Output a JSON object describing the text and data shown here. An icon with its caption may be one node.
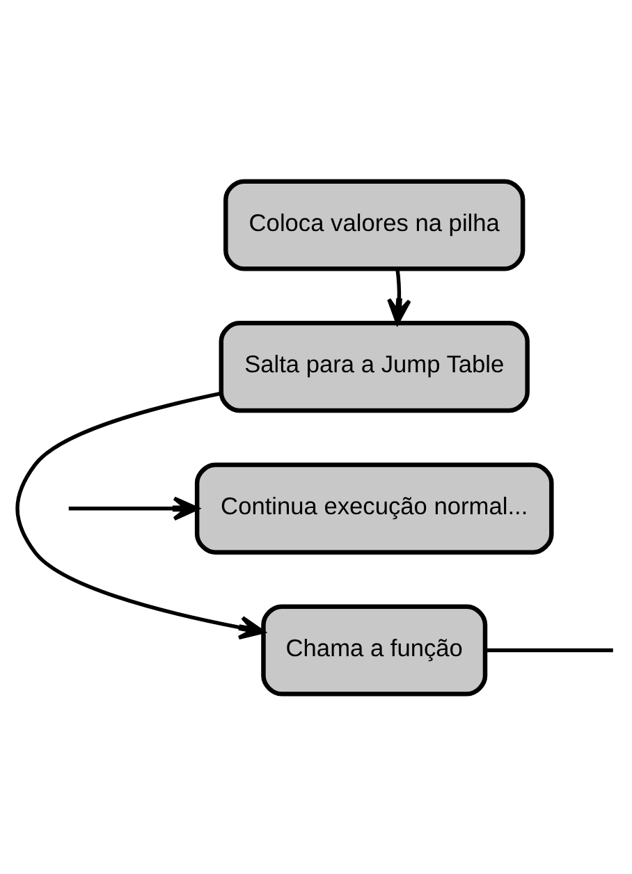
{
  "diagram": {
    "nodes": [
      {
        "text": [
          "Coloca valores na pilha"
        ]
      },
      {
        "text": [
          "Salta para a Jump Table"
        ]
      },
      {
        "text": [
          "Continua execução normal..."
        ]
      },
      {
        "text": [
          "Chama a função"
        ]
      }
    ],
    "edges": [
      {
        "from": 0,
        "to": 1,
        "arrow": "to"
      },
      {
        "from": 1,
        "to": 3,
        "arrow": "to"
      },
      {
        "from": null,
        "to": 2,
        "arrow": "to"
      },
      {
        "from": 3,
        "to": null,
        "arrow": "none"
      }
    ]
  }
}
